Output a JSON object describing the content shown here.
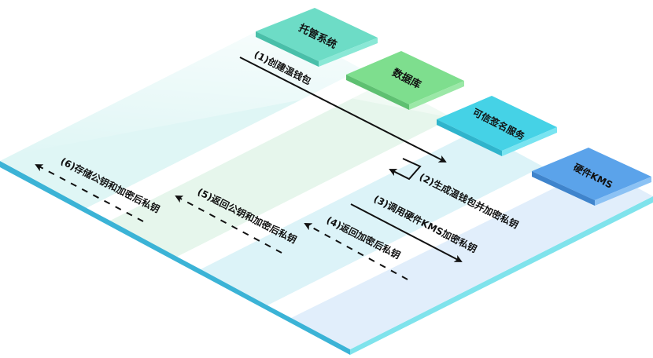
{
  "diagram": {
    "title": "",
    "colors": {
      "platform_edge_left": "#3bb3d6",
      "platform_edge_right": "#7fe3ec",
      "lane_custody": "#dff6f5",
      "lane_database": "#e6f6ec",
      "lane_signing": "#dcf3f8",
      "lane_kms": "#e1eefb",
      "gap": "#ffffff",
      "arrow": "#111111"
    },
    "systems": [
      {
        "id": "custody",
        "label": "托管系统",
        "color_top": "#6ddcc6",
        "color_side": "#49bfa9"
      },
      {
        "id": "database",
        "label": "数据库",
        "color_top": "#7ede8e",
        "color_side": "#5ec071"
      },
      {
        "id": "signing",
        "label": "可信签名服务",
        "color_top": "#45d2e6",
        "color_side": "#2fb4cc"
      },
      {
        "id": "kms",
        "label": "硬件KMS",
        "color_top": "#5ba3ea",
        "color_side": "#3f84cc"
      }
    ],
    "steps": [
      {
        "n": 1,
        "label": "(1)创建温钱包",
        "from": "custody",
        "to": "signing",
        "style": "solid"
      },
      {
        "n": 2,
        "label": "(2)生成温钱包并加密私钥",
        "from": "signing",
        "to": "signing",
        "style": "self"
      },
      {
        "n": 3,
        "label": "(3)调用硬件KMS加密私钥",
        "from": "signing",
        "to": "kms",
        "style": "solid"
      },
      {
        "n": 4,
        "label": "(4)返回加密后私钥",
        "from": "kms",
        "to": "signing",
        "style": "dashed"
      },
      {
        "n": 5,
        "label": "(5)返回公钥和加密后私钥",
        "from": "signing",
        "to": "custody",
        "style": "dashed"
      },
      {
        "n": 6,
        "label": "(6)存储公钥和加密后私钥",
        "from": "custody",
        "to": "database",
        "style": "dashed"
      }
    ]
  }
}
